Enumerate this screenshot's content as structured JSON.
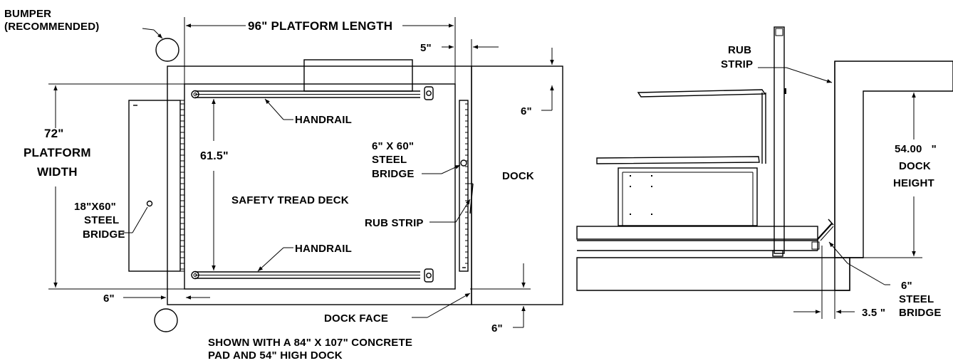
{
  "labels": {
    "bumper_line1": "BUMPER",
    "bumper_line2": "(RECOMMENDED)",
    "platform_length": "96\" PLATFORM LENGTH",
    "dim_5": "5\"",
    "dim_6_top": "6\"",
    "width_line1": "72\"",
    "width_line2": "PLATFORM",
    "width_line3": "WIDTH",
    "handrail_top": "HANDRAIL",
    "handrail_bottom": "HANDRAIL",
    "dim_61_5": "61.5\"",
    "bridge6_line1": "6\" X 60\"",
    "bridge6_line2": "STEEL",
    "bridge6_line3": "BRIDGE",
    "dock": "DOCK",
    "safety_tread": "SAFETY TREAD DECK",
    "bridge18_line1": "18\"X60\"",
    "bridge18_line2": "STEEL",
    "bridge18_line3": "BRIDGE",
    "rub_strip_plan": "RUB STRIP",
    "dim_6_left": "6\"",
    "dock_face": "DOCK FACE",
    "dim_6_bottom": "6\"",
    "note_line1": "SHOWN WITH A 84\" X 107\" CONCRETE",
    "note_line2": "PAD AND 54\" HIGH DOCK",
    "rub_strip_side_line1": "RUB",
    "rub_strip_side_line2": "STRIP",
    "dock_height_line1": "54.00   \"",
    "dock_height_line2": "DOCK",
    "dock_height_line3": "HEIGHT",
    "steel_bridge_side_line1": "6\"",
    "steel_bridge_side_line2": "STEEL",
    "steel_bridge_side_line3": "BRIDGE",
    "dim_3_5": "3.5 \""
  }
}
